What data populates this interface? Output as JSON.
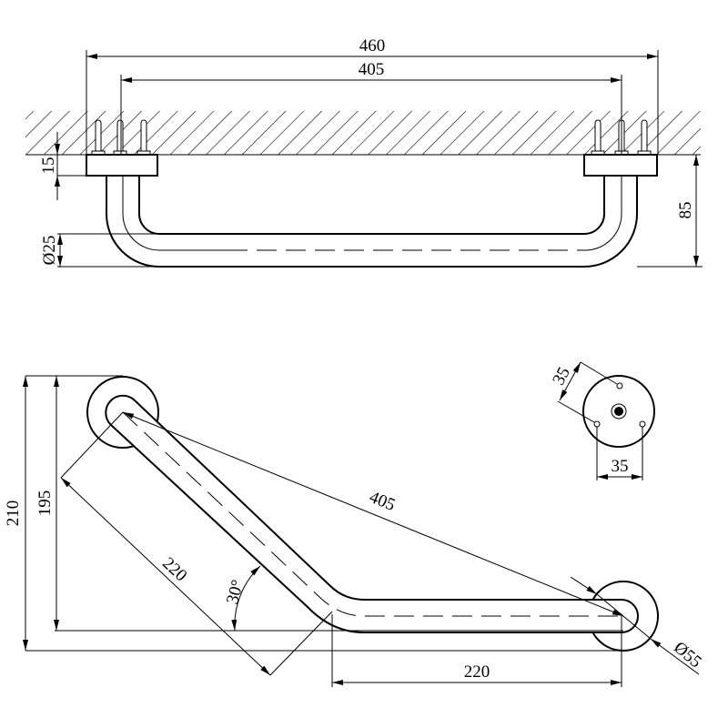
{
  "title": "Angled grab bar technical drawing",
  "front_view": {
    "overall_length": "460",
    "mount_spacing": "405",
    "plate_thickness": "15",
    "tube_diameter": "Ø25",
    "projection": "85"
  },
  "plan_view": {
    "overall_height": "210",
    "center_height": "195",
    "diagonal_distance": "405",
    "angled_leg_length": "220",
    "angle": "30°",
    "straight_leg_length": "220",
    "rosette_diameter": "Ø55"
  },
  "rosette_view": {
    "hole_spacing_diagonal": "35",
    "hole_spacing_horizontal": "35"
  }
}
